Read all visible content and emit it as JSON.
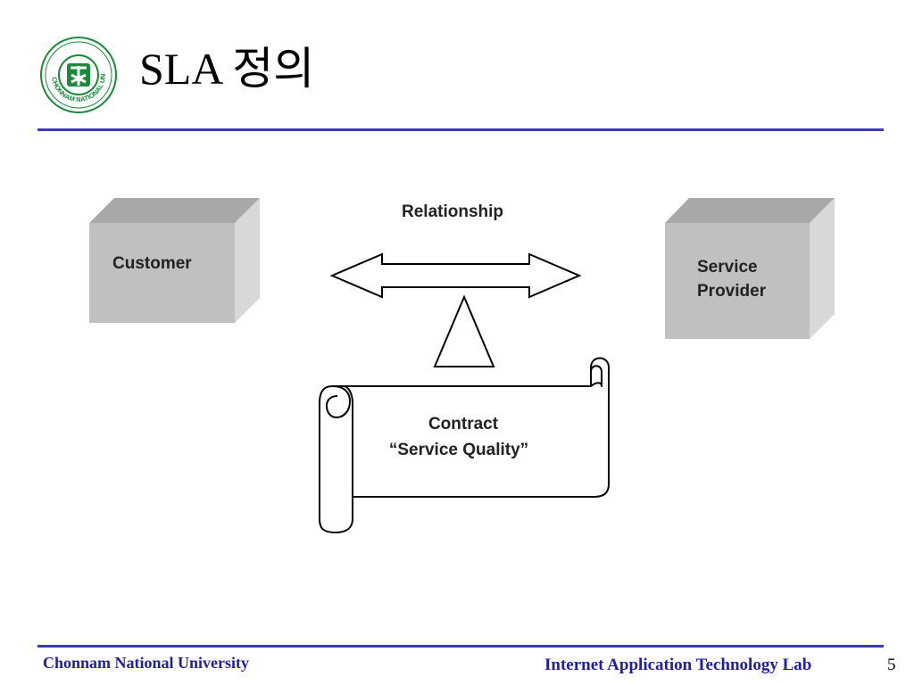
{
  "slide": {
    "title": "SLA 정의",
    "page_number": "5"
  },
  "logo": {
    "text": "CHONNAM NATIONAL UNIVERSITY · 전남대학교"
  },
  "diagram": {
    "customer_label": "Customer",
    "provider_label_line1": "Service",
    "provider_label_line2": "Provider",
    "relationship_label": "Relationship",
    "contract_line1": "Contract",
    "contract_line2": "“Service Quality”"
  },
  "footer": {
    "left": "Chonnam National University",
    "right": "Internet Application Technology Lab"
  },
  "colors": {
    "accent_blue": "#3b3bb5",
    "footer_text": "#1f1fa6",
    "logo_green": "#1a8a3a",
    "box_front": "#c0c0c0",
    "box_top": "#a8a8a8",
    "box_side": "#d8d8d8"
  }
}
